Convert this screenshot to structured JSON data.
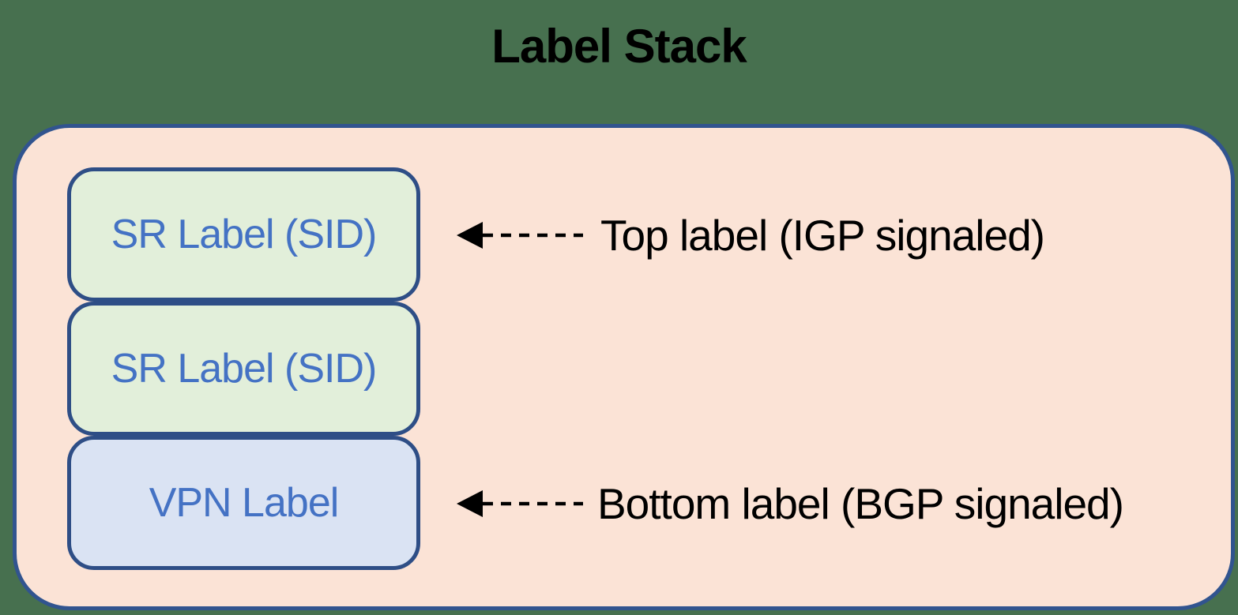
{
  "diagram": {
    "title": "Label Stack",
    "label_stack": {
      "boxes": [
        {
          "id": "sr-label-top",
          "label": "SR Label (SID)",
          "fill": "#E2EFDA"
        },
        {
          "id": "sr-label-middle",
          "label": "SR Label (SID)",
          "fill": "#E2EFDA"
        },
        {
          "id": "vpn-label",
          "label": "VPN Label",
          "fill": "#DAE3F3"
        }
      ]
    },
    "annotations": [
      {
        "target": "top-label",
        "label": "Top label (IGP signaled)",
        "arrow": "dashed-left-arrow"
      },
      {
        "target": "bottom-label",
        "label": "Bottom label (BGP signaled)",
        "arrow": "dashed-left-arrow"
      }
    ],
    "colors": {
      "page_background": "#47704F",
      "container_fill": "#FBE3D6",
      "container_border": "#31548F",
      "sr_box_fill": "#E2EFDA",
      "vpn_box_fill": "#DAE3F3",
      "box_border": "#2E4E86",
      "box_text": "#4472C4",
      "title_text": "#000000",
      "annotation_text": "#000000",
      "arrow_color": "#000000"
    }
  }
}
